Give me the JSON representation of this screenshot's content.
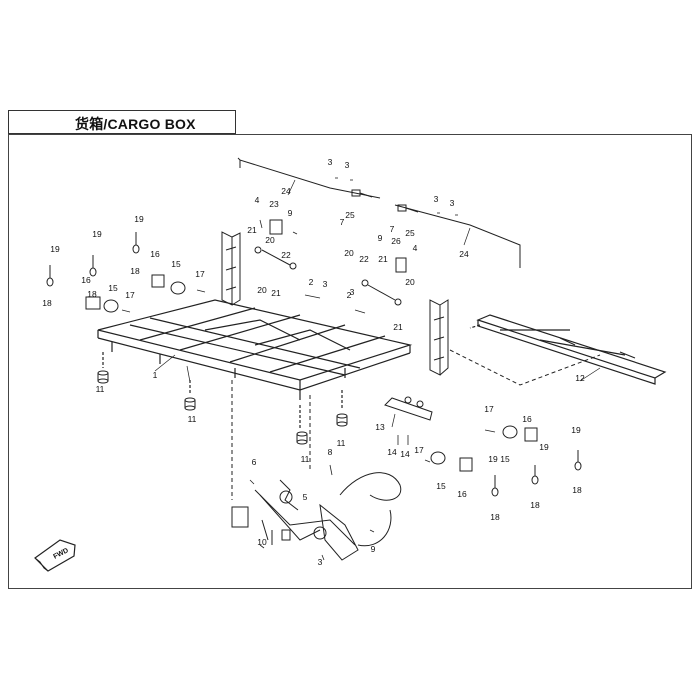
{
  "title": "货箱/CARGO BOX",
  "fwd_label": "FWD",
  "callouts": [
    {
      "n": "1"
    },
    {
      "n": "2"
    },
    {
      "n": "3"
    },
    {
      "n": "4"
    },
    {
      "n": "5"
    },
    {
      "n": "6"
    },
    {
      "n": "7"
    },
    {
      "n": "8"
    },
    {
      "n": "9"
    },
    {
      "n": "10"
    },
    {
      "n": "11"
    },
    {
      "n": "12"
    },
    {
      "n": "13"
    },
    {
      "n": "14"
    },
    {
      "n": "15"
    },
    {
      "n": "16"
    },
    {
      "n": "17"
    },
    {
      "n": "18"
    },
    {
      "n": "19"
    },
    {
      "n": "20"
    },
    {
      "n": "21"
    },
    {
      "n": "22"
    },
    {
      "n": "23"
    },
    {
      "n": "24"
    },
    {
      "n": "25"
    },
    {
      "n": "26"
    }
  ]
}
